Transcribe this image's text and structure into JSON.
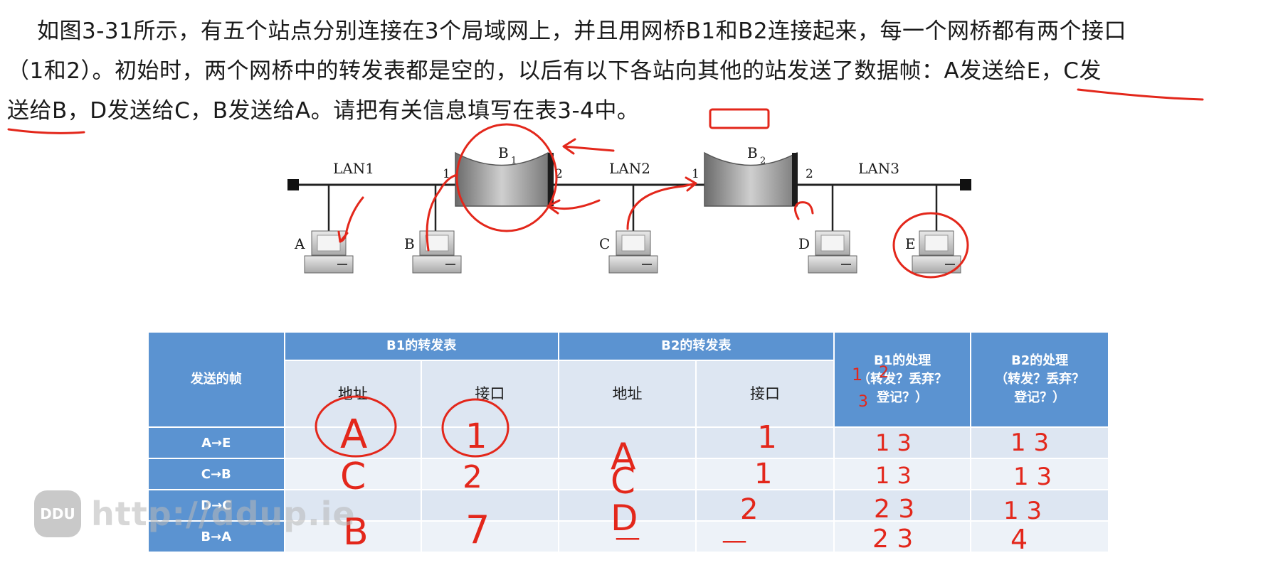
{
  "problem": {
    "line1": "如图3-31所示，有五个站点分别连接在3个局域网上，并且用网桥B1和B2连接起来，每一个网桥都有两个接口",
    "line2": "（1和2）。初始时，两个网桥中的转发表都是空的，以后有以下各站向其他的站发送了数据帧：A发送给E，C发",
    "line3": "送给B，D发送给C，B发送给A。请把有关信息填写在表3-4中。"
  },
  "diagram": {
    "lans": [
      "LAN1",
      "LAN2",
      "LAN3"
    ],
    "bridges": [
      {
        "name": "B",
        "sub": "1",
        "port_left": "1",
        "port_right": "2"
      },
      {
        "name": "B",
        "sub": "2",
        "port_left": "1",
        "port_right": "2"
      }
    ],
    "stations": [
      "A",
      "B",
      "C",
      "D",
      "E"
    ]
  },
  "table": {
    "col_frame": "发送的帧",
    "col_b1_table": "B1的转发表",
    "col_b2_table": "B2的转发表",
    "col_address": "地址",
    "col_port": "接口",
    "col_b1_action_l1": "B1的处理",
    "col_b1_action_l2": "（转发？丢弃？",
    "col_b1_action_l3": "登记？）",
    "col_b2_action_l1": "B2的处理",
    "col_b2_action_l2": "（转发？丢弃？",
    "col_b2_action_l3": "登记？）",
    "rows": [
      "A→E",
      "C→B",
      "D→C",
      "B→A"
    ]
  },
  "handwriting": {
    "b1_addr": [
      "A",
      "C",
      "B"
    ],
    "b1_port": [
      "1",
      "2",
      "7"
    ],
    "b2_addr": [
      "A",
      "C",
      "D",
      "—"
    ],
    "b2_port": [
      "1",
      "1",
      "2",
      "—"
    ],
    "b1_action": [
      "1 3",
      "1 3",
      "2 3",
      "2 3"
    ],
    "b2_action": [
      "1 3",
      "1 3",
      "1 3",
      "4"
    ],
    "header_marks": [
      "1",
      "2",
      "3"
    ]
  },
  "watermark": {
    "logo": "DDU",
    "text": "http://ddup.ie"
  },
  "colors": {
    "header_blue": "#5b93d1",
    "row_light": "#dde6f2",
    "row_lighter": "#edf2f8",
    "ink_red": "#e3271b"
  }
}
